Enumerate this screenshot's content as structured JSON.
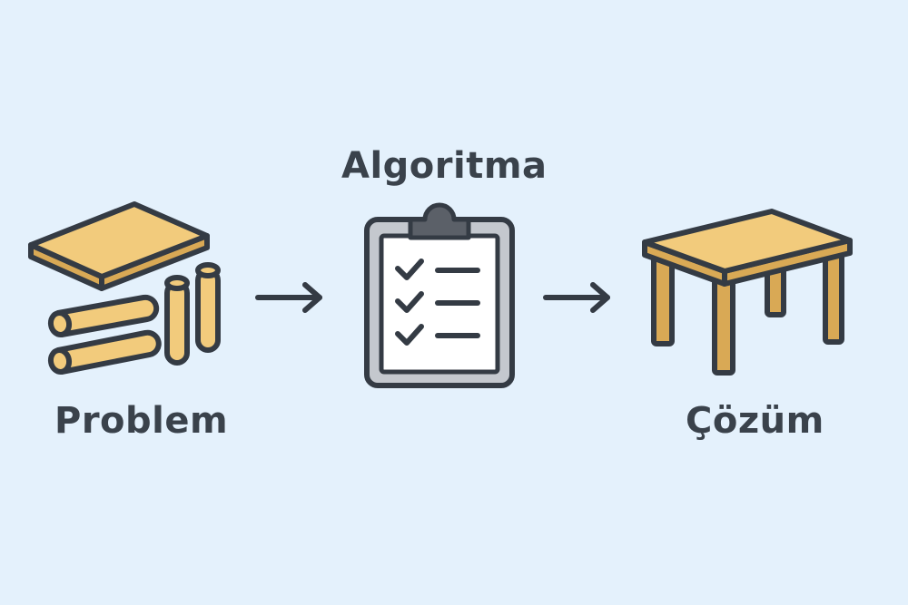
{
  "labels": {
    "problem": "Problem",
    "algorithm": "Algoritma",
    "solution": "Çözüm"
  },
  "colors": {
    "background": "#E4F1FC",
    "wood": "#F2CB7C",
    "wood_dark": "#D9A955",
    "outline": "#343B44",
    "clipboard_frame": "#C4C8CE",
    "paper": "#FFFFFF",
    "clip": "#5B6068"
  },
  "icons": {
    "problem": "wood-parts-icon",
    "flow_1": "arrow-right-icon",
    "algorithm": "clipboard-checklist-icon",
    "flow_2": "arrow-right-icon",
    "solution": "table-icon"
  }
}
